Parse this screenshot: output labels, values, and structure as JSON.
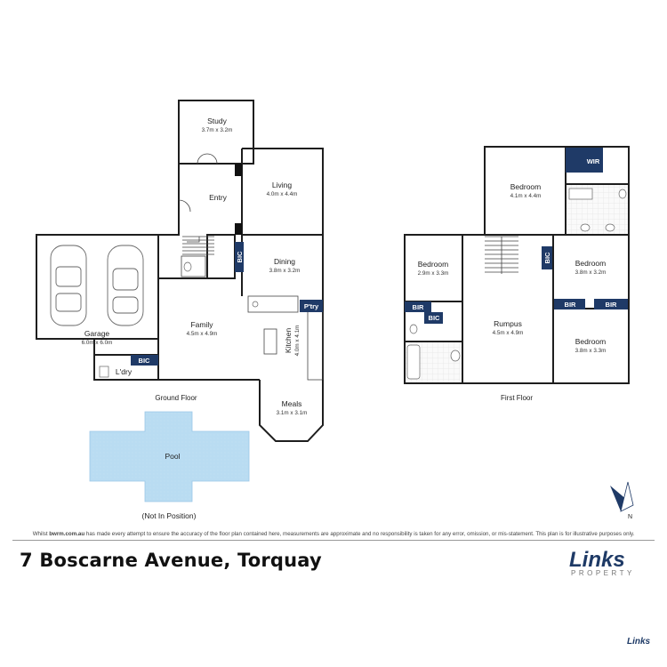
{
  "floors": {
    "ground": "Ground Floor",
    "first": "First Floor"
  },
  "rooms": {
    "study": {
      "name": "Study",
      "dims": "3.7m x 3.2m"
    },
    "living": {
      "name": "Living",
      "dims": "4.0m x 4.4m"
    },
    "entry": {
      "name": "Entry"
    },
    "dining": {
      "name": "Dining",
      "dims": "3.8m x 3.2m"
    },
    "garage": {
      "name": "Garage",
      "dims": "6.0m x 6.0m"
    },
    "family": {
      "name": "Family",
      "dims": "4.5m x 4.9m"
    },
    "kitchen": {
      "name": "Kitchen",
      "dims": "4.0m x 4.1m"
    },
    "laundry": {
      "name": "L'dry"
    },
    "meals": {
      "name": "Meals",
      "dims": "3.1m x 3.1m"
    },
    "pool": {
      "name": "Pool"
    },
    "bedroom_master": {
      "name": "Bedroom",
      "dims": "4.1m x 4.4m"
    },
    "bedroom_2": {
      "name": "Bedroom",
      "dims": "2.9m x 3.3m"
    },
    "bedroom_3": {
      "name": "Bedroom",
      "dims": "3.8m x 3.2m"
    },
    "bedroom_4": {
      "name": "Bedroom",
      "dims": "3.8m x 3.3m"
    },
    "rumpus": {
      "name": "Rumpus",
      "dims": "4.5m x 4.9m"
    }
  },
  "tags": {
    "wir": "WIR",
    "bic": "BIC",
    "pantry": "P'try",
    "bir": "BIR"
  },
  "pool_note": "(Not In Position)",
  "compass": "N",
  "disclaimer": {
    "pre": "Whilst ",
    "site": "bwrm.com.au",
    "post": " has made every attempt to ensure the accuracy of the floor plan contained here, measurements are approximate and no responsibility is taken for any error, omission, or mis-statement. This plan is for illustrative purposes only."
  },
  "address": "7 Boscarne Avenue, Torquay",
  "brand": {
    "name": "Links",
    "sub": "PROPERTY",
    "footer": "Links"
  },
  "colors": {
    "tag_fill": "#1f3a67",
    "pool_fill": "#b9dcf2",
    "wall": "#1e1e1e",
    "brand": "#1e3a66"
  }
}
